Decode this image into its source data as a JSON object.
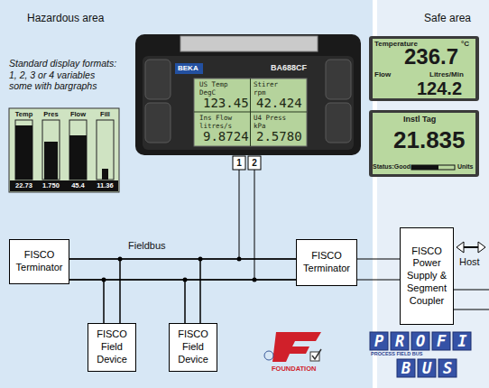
{
  "diagram": {
    "nodes": [
      {
        "text": [
          "FISCO Terminator"
        ]
      },
      {
        "text": [
          "FISCO Terminator"
        ]
      },
      {
        "text": [
          "FISCO Power Supply & Segment Coupler"
        ]
      },
      {
        "text": [
          "FISCO Field Device"
        ]
      },
      {
        "text": [
          "FISCO Field Device"
        ]
      }
    ],
    "edges": [
      {
        "from": 0,
        "to": 1,
        "arrow": "none"
      },
      {
        "from": 0,
        "to": 1,
        "arrow": "none"
      },
      {
        "from": 1,
        "to": 2,
        "arrow": "none"
      },
      {
        "from": 1,
        "to": 2,
        "arrow": "none"
      },
      {
        "from": 3,
        "to": 0,
        "arrow": "none"
      },
      {
        "from": 3,
        "to": 1,
        "arrow": "none"
      },
      {
        "from": 3,
        "to": 0,
        "arrow": "none"
      },
      {
        "from": 3,
        "to": 1,
        "arrow": "none"
      },
      {
        "from": 4,
        "to": 0,
        "arrow": "none"
      },
      {
        "from": 4,
        "to": 1,
        "arrow": "none"
      },
      {
        "from": 4,
        "to": 0,
        "arrow": "none"
      },
      {
        "from": 4,
        "to": 1,
        "arrow": "none"
      }
    ],
    "labels": [
      "Hazardous area",
      "Safe area",
      "Standard display formats: 1, 2, 3 or 4 variables some with bargraphs",
      "Temp",
      "Pres",
      "Flow",
      "Fill",
      "22.73",
      "1.750",
      "45.4",
      "11.36",
      "BEKA",
      "BA688CF",
      "US Temp",
      "DegC",
      "123.45",
      "Stirer",
      "rpm",
      "42.424",
      "Ins Flow",
      "litres/s",
      "9.8724",
      "U4 Press",
      "kPa",
      "2.5780",
      "1",
      "2",
      "Temperature",
      "°C",
      "236.7",
      "Flow",
      "Litres/Min",
      "124.2",
      "Instl Tag",
      "21.835",
      "Status:Good",
      "Units",
      "Fieldbus",
      "Host",
      "FOUNDATION",
      "PROFI",
      "PROCESS FIELD BUS",
      "BUS"
    ]
  }
}
